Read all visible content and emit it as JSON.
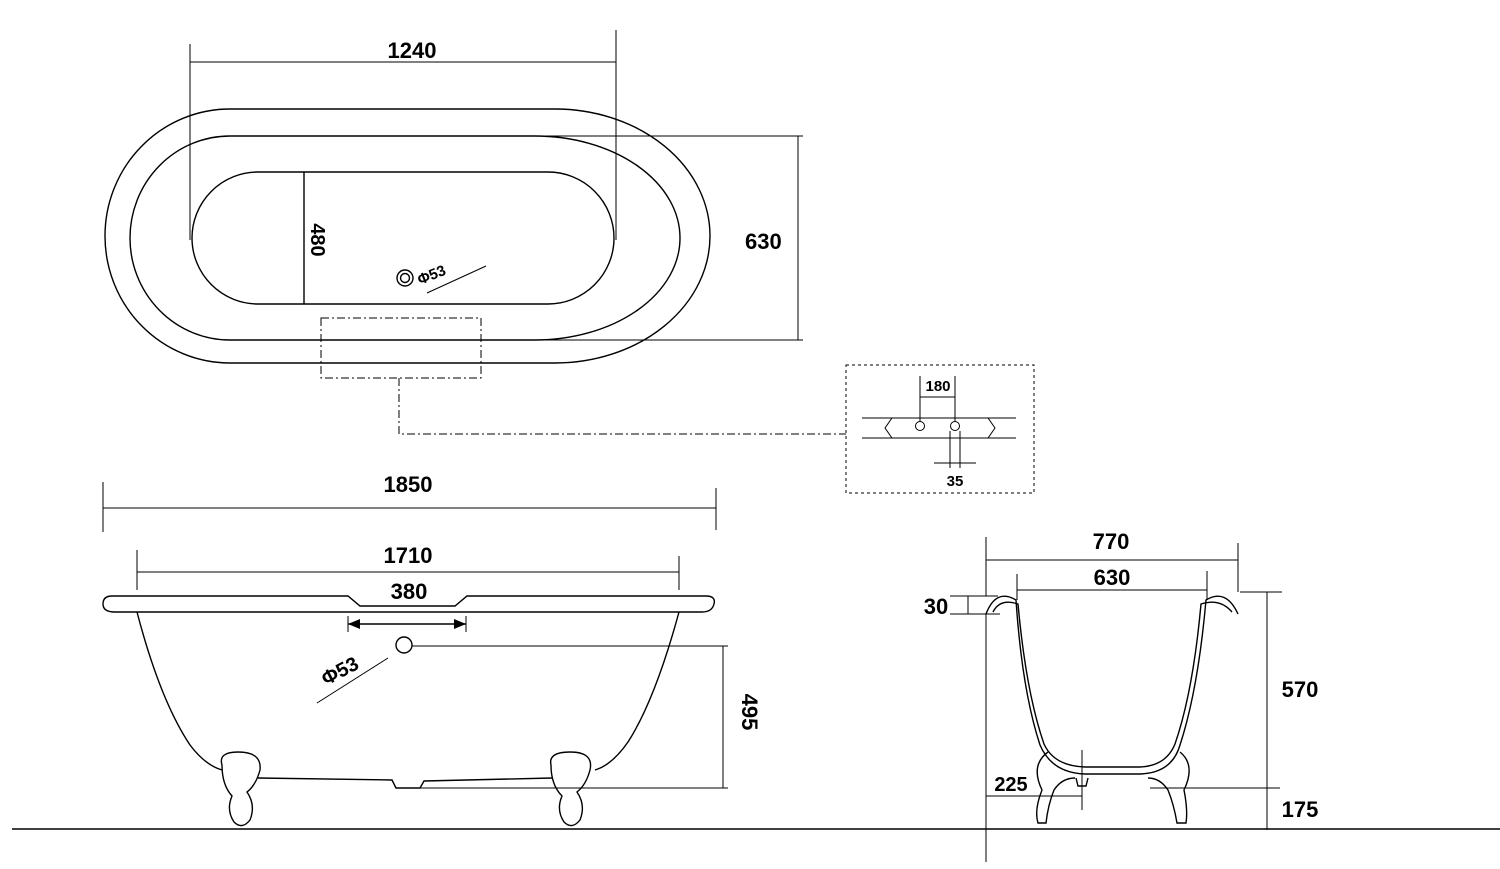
{
  "top_view": {
    "inner_length": "1240",
    "basin_width": "480",
    "overall_width": "630",
    "drain": "Φ53"
  },
  "detail": {
    "tap_spacing": "180",
    "spout": "35"
  },
  "side_view": {
    "overall_length": "1850",
    "rim_length": "1710",
    "cutout_length": "380",
    "overflow": "Φ53",
    "overflow_height": "495"
  },
  "end_view": {
    "overall_width": "770",
    "inner_width": "630",
    "rim_thickness": "30",
    "body_height": "570",
    "leg_height": "175",
    "foot_spacing": "225"
  }
}
